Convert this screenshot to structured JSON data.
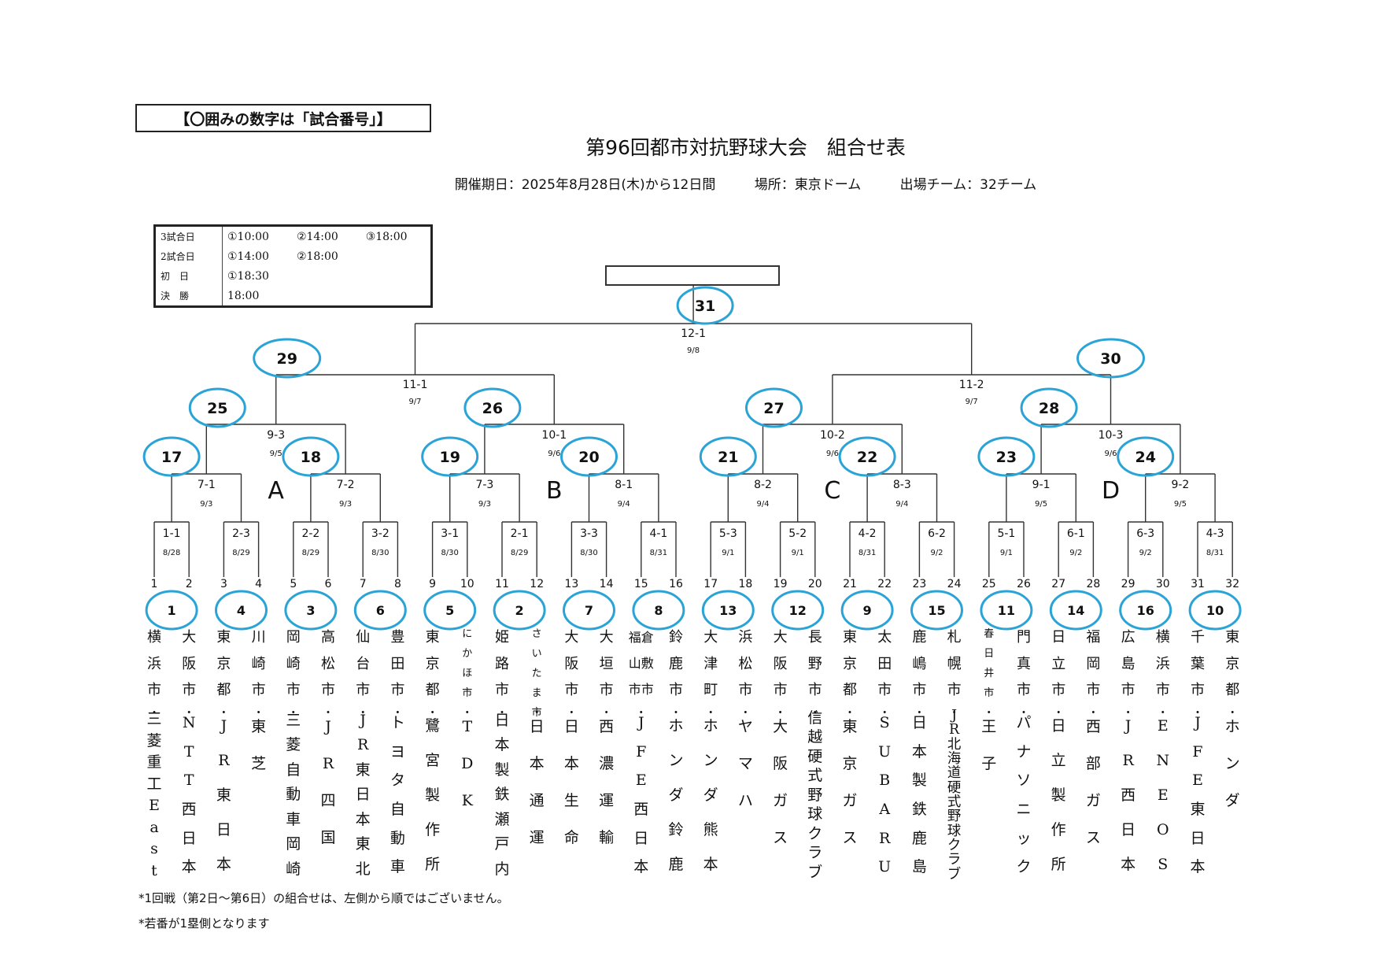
{
  "note_box": "【〇囲みの数字は「試合番号」】",
  "title": "第96回都市対抗野球大会　組合せ表",
  "info": {
    "period": "開催期日：2025年8月28日(木)から12日間",
    "venue": "場所：東京ドーム",
    "teams": "出場チーム：32チーム"
  },
  "schedule": [
    {
      "label": "3試合日",
      "times": [
        "①10:00",
        "②14:00",
        "③18:00"
      ]
    },
    {
      "label": "2試合日",
      "times": [
        "①14:00",
        "②18:00",
        ""
      ]
    },
    {
      "label": "初　日",
      "times": [
        "①18:30",
        "",
        ""
      ]
    },
    {
      "label": "決　勝",
      "times": [
        "18:00",
        "",
        ""
      ]
    }
  ],
  "final": {
    "game": "31",
    "code": "12-1",
    "date": "9/8"
  },
  "semis": [
    {
      "game": "29",
      "code": "11-1",
      "date": "9/7"
    },
    {
      "game": "30",
      "code": "11-2",
      "date": "9/7"
    }
  ],
  "quarters": [
    {
      "game": "25",
      "code": "9-3",
      "date": "9/5"
    },
    {
      "game": "26",
      "code": "10-1",
      "date": "9/6"
    },
    {
      "game": "27",
      "code": "10-2",
      "date": "9/6"
    },
    {
      "game": "28",
      "code": "10-3",
      "date": "9/6"
    }
  ],
  "round2": [
    {
      "game": "17",
      "code": "7-1",
      "date": "9/3"
    },
    {
      "game": "18",
      "code": "7-2",
      "date": "9/3"
    },
    {
      "game": "19",
      "code": "7-3",
      "date": "9/3"
    },
    {
      "game": "20",
      "code": "8-1",
      "date": "9/4"
    },
    {
      "game": "21",
      "code": "8-2",
      "date": "9/4"
    },
    {
      "game": "22",
      "code": "8-3",
      "date": "9/4"
    },
    {
      "game": "23",
      "code": "9-1",
      "date": "9/5"
    },
    {
      "game": "24",
      "code": "9-2",
      "date": "9/5"
    }
  ],
  "round1": [
    {
      "game": "1",
      "code": "1-1",
      "date": "8/28"
    },
    {
      "game": "4",
      "code": "2-3",
      "date": "8/29"
    },
    {
      "game": "3",
      "code": "2-2",
      "date": "8/29"
    },
    {
      "game": "6",
      "code": "3-2",
      "date": "8/30"
    },
    {
      "game": "5",
      "code": "3-1",
      "date": "8/30"
    },
    {
      "game": "2",
      "code": "2-1",
      "date": "8/29"
    },
    {
      "game": "7",
      "code": "3-3",
      "date": "8/30"
    },
    {
      "game": "8",
      "code": "4-1",
      "date": "8/31"
    },
    {
      "game": "13",
      "code": "5-3",
      "date": "9/1"
    },
    {
      "game": "12",
      "code": "5-2",
      "date": "9/1"
    },
    {
      "game": "9",
      "code": "4-2",
      "date": "8/31"
    },
    {
      "game": "15",
      "code": "6-2",
      "date": "9/2"
    },
    {
      "game": "11",
      "code": "5-1",
      "date": "9/1"
    },
    {
      "game": "14",
      "code": "6-1",
      "date": "9/2"
    },
    {
      "game": "16",
      "code": "6-3",
      "date": "9/2"
    },
    {
      "game": "10",
      "code": "4-3",
      "date": "8/31"
    }
  ],
  "blocks": [
    "A",
    "B",
    "C",
    "D"
  ],
  "teams": [
    {
      "num": "1",
      "city": "横浜市",
      "name": "三菱重工East"
    },
    {
      "num": "2",
      "city": "大阪市",
      "name": "NTT西日本"
    },
    {
      "num": "3",
      "city": "東京都",
      "name": "JR東日本"
    },
    {
      "num": "4",
      "city": "川崎市",
      "name": "東芝"
    },
    {
      "num": "5",
      "city": "岡崎市",
      "name": "三菱自動車岡崎"
    },
    {
      "num": "6",
      "city": "高松市",
      "name": "JR四国"
    },
    {
      "num": "7",
      "city": "仙台市",
      "name": "JR東日本東北"
    },
    {
      "num": "8",
      "city": "豊田市",
      "name": "トヨタ自動車"
    },
    {
      "num": "9",
      "city": "東京都",
      "name": "鷺宮製作所"
    },
    {
      "num": "10",
      "city": "にかほ市",
      "name": "TDK"
    },
    {
      "num": "11",
      "city": "姫路市",
      "name": "日本製鉄瀬戸内"
    },
    {
      "num": "12",
      "city": "さいたま市",
      "name": "日本通運"
    },
    {
      "num": "13",
      "city": "大阪市",
      "name": "日本生命"
    },
    {
      "num": "14",
      "city": "大垣市",
      "name": "西濃運輸"
    },
    {
      "num": "15",
      "city": "福山市 倉敷市",
      "name": "JFE西日本"
    },
    {
      "num": "16",
      "city": "鈴鹿市",
      "name": "ホンダ鈴鹿"
    },
    {
      "num": "17",
      "city": "大津町",
      "name": "ホンダ熊本"
    },
    {
      "num": "18",
      "city": "浜松市",
      "name": "ヤマハ"
    },
    {
      "num": "19",
      "city": "大阪市",
      "name": "大阪ガス"
    },
    {
      "num": "20",
      "city": "長野市",
      "name": "信越硬式野球クラブ"
    },
    {
      "num": "21",
      "city": "東京都",
      "name": "東京ガス"
    },
    {
      "num": "22",
      "city": "太田市",
      "name": "SUBARU"
    },
    {
      "num": "23",
      "city": "鹿嶋市",
      "name": "日本製鉄鹿島"
    },
    {
      "num": "24",
      "city": "札幌市",
      "name": "JR北海道硬式野球クラブ"
    },
    {
      "num": "25",
      "city": "春日井市",
      "name": "王子"
    },
    {
      "num": "26",
      "city": "門真市",
      "name": "パナソニック"
    },
    {
      "num": "27",
      "city": "日立市",
      "name": "日立製作所"
    },
    {
      "num": "28",
      "city": "福岡市",
      "name": "西部ガス"
    },
    {
      "num": "29",
      "city": "広島市",
      "name": "JR西日本"
    },
    {
      "num": "30",
      "city": "横浜市",
      "name": "ENEOS"
    },
    {
      "num": "31",
      "city": "千葉市",
      "name": "JFE東日本"
    },
    {
      "num": "32",
      "city": "東京都",
      "name": "ホンダ"
    }
  ],
  "footnotes": [
    "*1回戦（第2日～第6日）の組合せは、左側から順ではございません。",
    "*若番が1塁側となります"
  ],
  "colors": {
    "ellipse": "#2aa3d6",
    "line": "#333333",
    "text": "#111111"
  }
}
